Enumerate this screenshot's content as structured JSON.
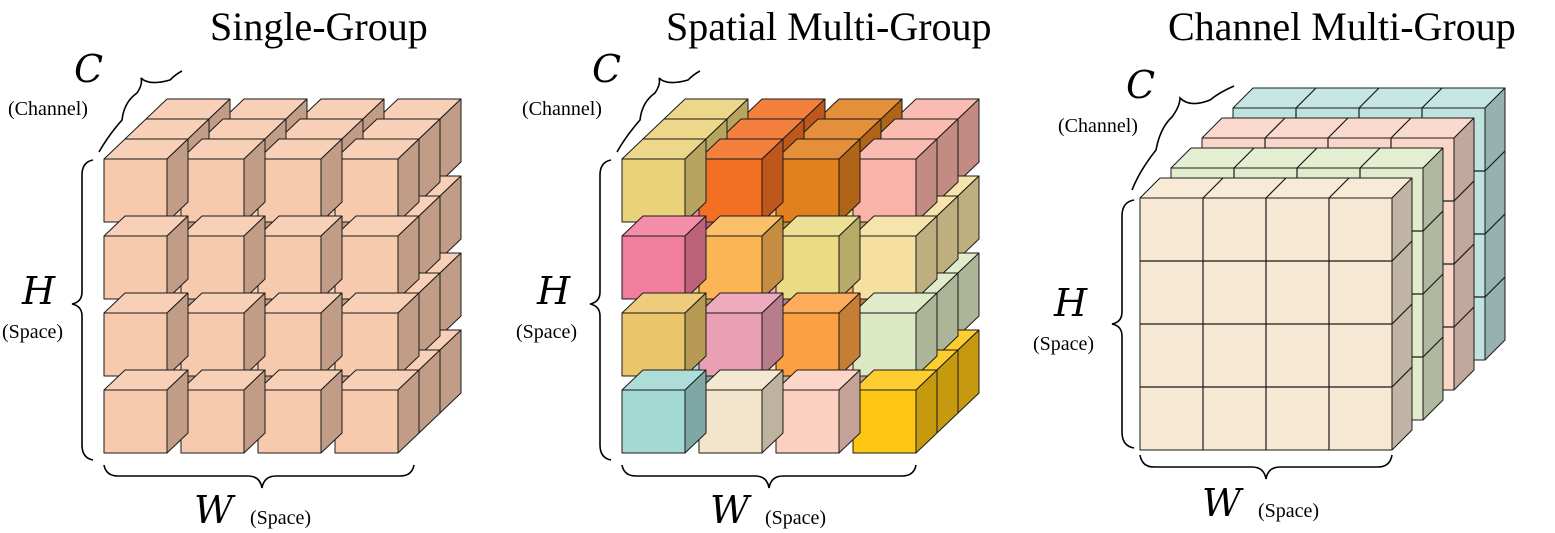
{
  "panels": [
    {
      "title": "Single-Group",
      "c_symbol": "C",
      "c_sub": "(Channel)",
      "h_symbol": "H",
      "h_sub": "(Space)",
      "w_symbol": "W",
      "w_sub": "(Space)"
    },
    {
      "title": "Spatial Multi-Group",
      "c_symbol": "C",
      "c_sub": "(Channel)",
      "h_symbol": "H",
      "h_sub": "(Space)",
      "w_symbol": "W",
      "w_sub": "(Space)"
    },
    {
      "title": "Channel Multi-Group",
      "c_symbol": "C",
      "c_sub": "(Channel)",
      "h_symbol": "H",
      "h_sub": "(Space)",
      "w_symbol": "W",
      "w_sub": "(Space)"
    }
  ],
  "colors": {
    "single_group": "#f7c9ad",
    "spatial_groups": [
      [
        "#ead27a",
        "#f26f24",
        "#e0801e",
        "#f9b3a8"
      ],
      [
        "#f27e9e",
        "#fbb555",
        "#ebdb84",
        "#f6e0a1"
      ],
      [
        "#eac56a",
        "#eaa0b4",
        "#fca143",
        "#dce8c3"
      ],
      [
        "#a3d8d3",
        "#f3e5cb",
        "#fcd0c0",
        "#fec613"
      ]
    ],
    "channel_groups": [
      "#f6e8d2",
      "#e1eccc",
      "#f9d6c8",
      "#c0e3e0"
    ]
  }
}
